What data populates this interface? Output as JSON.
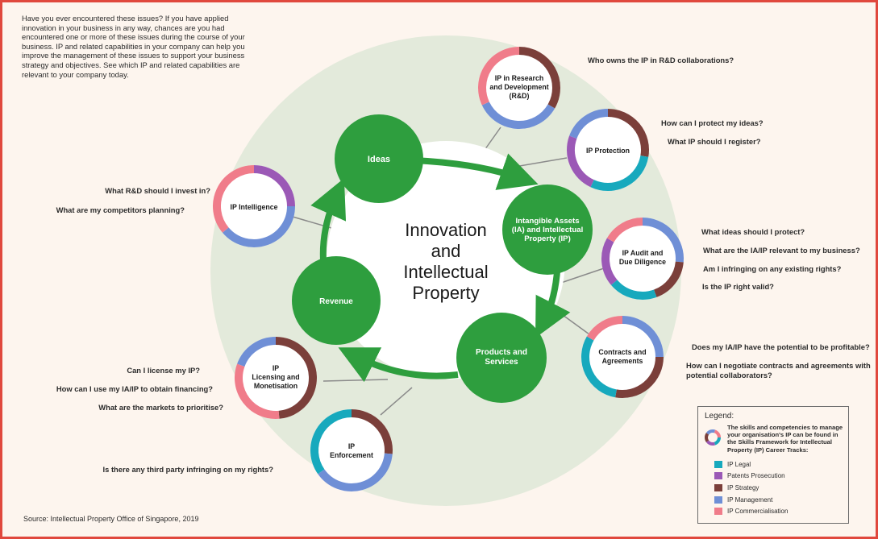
{
  "intro_text": "Have you ever encountered these issues? If you have applied innovation in your business in any way, chances are you had encountered one or more of these issues during the course of your business. IP and related capabilities in your company can help you improve the management of these issues to support your business strategy and objectives. See which IP and related capabilities are relevant to your company today.",
  "center_title": {
    "line1": "Innovation",
    "line2": "and",
    "line3": "Intellectual",
    "line4": "Property"
  },
  "cycle": {
    "ideas": "Ideas",
    "ia_line1": "Intangible Assets",
    "ia_line2": "(IA) and Intellectual",
    "ia_line3": "Property (IP)",
    "products_line1": "Products and",
    "products_line2": "Services",
    "revenue": "Revenue"
  },
  "rings": {
    "rnd": {
      "line1": "IP in Research",
      "line2": "and Development",
      "line3": "(R&D)"
    },
    "protection": {
      "line1": "IP Protection"
    },
    "audit": {
      "line1": "IP Audit and",
      "line2": "Due Diligence"
    },
    "contracts": {
      "line1": "Contracts and",
      "line2": "Agreements"
    },
    "enforcement": {
      "line1": "IP",
      "line2": "Enforcement"
    },
    "licensing": {
      "line1": "IP",
      "line2": "Licensing and",
      "line3": "Monetisation"
    },
    "intelligence": {
      "line1": "IP Intelligence"
    }
  },
  "questions": {
    "rnd_q1": "Who owns the IP in R&D collaborations?",
    "protection_q1": "How can I protect my ideas?",
    "protection_q2": "What IP should I register?",
    "audit_q1": "What ideas should I protect?",
    "audit_q2": "What are the IA/IP relevant to my business?",
    "audit_q3": "Am I infringing on any existing rights?",
    "audit_q4": "Is the IP right valid?",
    "contracts_q1": "Does my IA/IP have the potential to be profitable?",
    "contracts_q2": "How can I negotiate contracts and agreements with",
    "contracts_q2b": "potential collaborators?",
    "intelligence_q1": "What R&D should I invest in?",
    "intelligence_q2": "What are my competitors planning?",
    "licensing_q1": "Can I license my IP?",
    "licensing_q2": "How can I use my IA/IP to obtain financing?",
    "licensing_q3": "What are the markets to prioritise?",
    "enforcement_q1": "Is there any third party infringing on my rights?"
  },
  "legend": {
    "title": "Legend:",
    "description": "The skills and competencies to manage your organisation's IP can be found in the Skills Framework for Intellectual Property (IP) Career Tracks:",
    "items": [
      {
        "label": "IP Legal",
        "color": "#17a9bd"
      },
      {
        "label": "Patents Prosecution",
        "color": "#9b59b6"
      },
      {
        "label": "IP Strategy",
        "color": "#7b3f3a"
      },
      {
        "label": "IP Management",
        "color": "#6f8fd6"
      },
      {
        "label": "IP Commercialisation",
        "color": "#f07c8a"
      }
    ]
  },
  "source": "Source: Intellectual Property Office of Singapore, 2019",
  "colors": {
    "green": "#2e9e3e",
    "background_circle": "#e3eadb",
    "frame": "#e0483d"
  }
}
